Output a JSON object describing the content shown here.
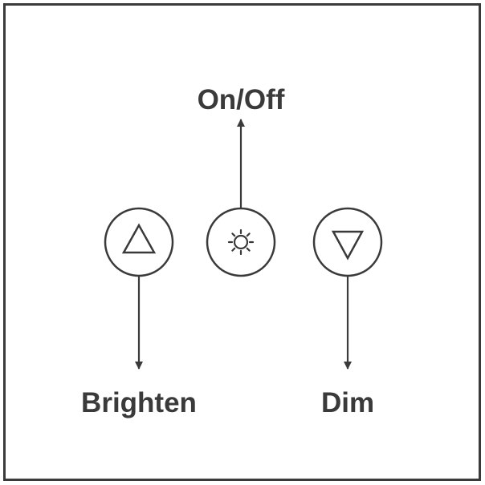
{
  "labels": {
    "on_off": "On/Off",
    "brighten": "Brighten",
    "dim": "Dim"
  },
  "buttons": [
    {
      "id": "brighten",
      "icon": "triangle-up-icon"
    },
    {
      "id": "power",
      "icon": "sun-icon"
    },
    {
      "id": "dim",
      "icon": "triangle-down-icon"
    }
  ],
  "colors": {
    "stroke": "#3a3a3a",
    "label": "#3a3a3a",
    "background": "#ffffff"
  }
}
